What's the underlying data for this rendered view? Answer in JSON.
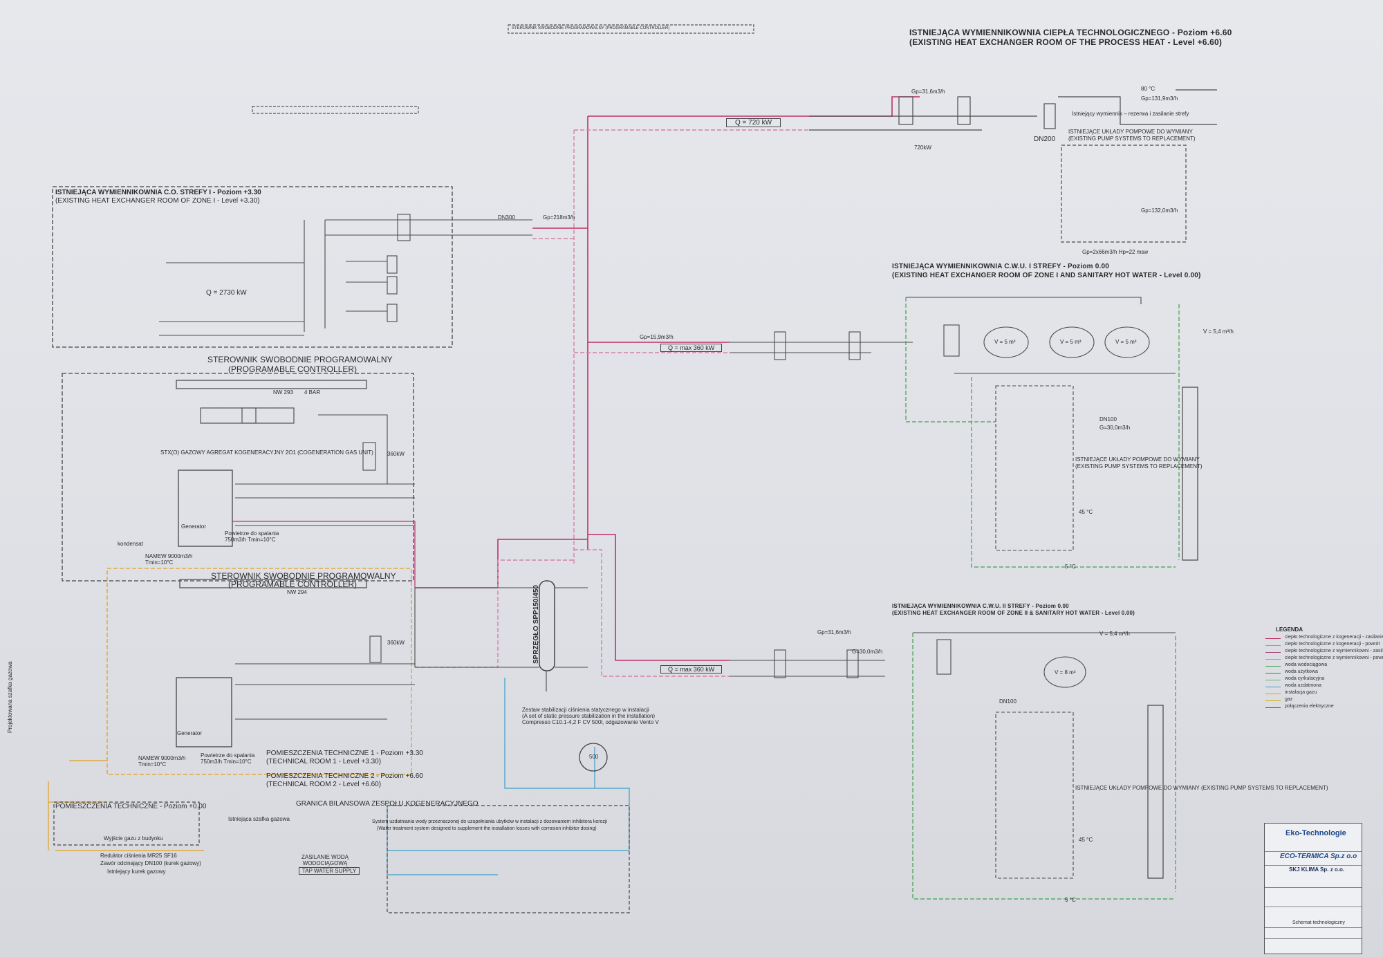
{
  "top_controller_label": "STEROWNIK SWOBODNIE PROGRAMOWALNY (PROGRAMABLE CONTROLLER)",
  "process_room": {
    "title_pl": "ISTNIEJĄCA WYMIENNIKOWNIA CIEPŁA TECHNOLOGICZNEGO - Poziom +6.60",
    "title_en": "(EXISTING HEAT EXCHANGER ROOM OF THE PROCESS HEAT - Level +6.60)",
    "q_label": "Q = 720 kW",
    "flow1": "Gp=31,6m3/h",
    "flow2": "Gp=131,9m3/h",
    "flow3": "Gp=132,0m3/h",
    "pump_note_pl": "ISTNIEJĄCE UKŁADY POMPOWE DO WYMIANY",
    "pump_note_en": "(EXISTING PUMP SYSTEMS TO REPLACEMENT)",
    "exchanger_note": "Istniejący wymiennik – rezerwa i zasilanie strefy",
    "pumps_bottom": "Gp=2x66m3/h Hp=22 msw",
    "dn": "DN200",
    "temp": "80 °C",
    "power": "720kW"
  },
  "zone1_room": {
    "title_pl": "ISTNIEJĄCA WYMIENNIKOWNIA C.O. STREFY I - Poziom +3.30",
    "title_en": "(EXISTING HEAT EXCHANGER ROOM OF ZONE I - Level +3.30)",
    "q_label": "Q = 2730 kW",
    "flow": "Gp=218m3/h",
    "dn": "DN300"
  },
  "cwu_room_upper": {
    "title_pl": "ISTNIEJĄCA WYMIENNIKOWNIA C.W.U. I STREFY - Poziom 0.00",
    "title_en": "(EXISTING HEAT EXCHANGER ROOM OF ZONE I AND SANITARY HOT WATER - Level 0.00)",
    "q_label": "Q = max 360 kW",
    "tank_label": "V = 5 m³",
    "flow": "Gp=15,9m3/h",
    "pump_note_pl": "ISTNIEJĄCE UKŁADY POMPOWE DO WYMIANY",
    "pump_note_en": "(EXISTING PUMP SYSTEMS TO REPLACEMENT)",
    "g_label": "G=30,0m3/h",
    "dn": "DN100",
    "v_label": "V = 5,4 m³/h",
    "temp": "45 °C",
    "cold": "5 °C"
  },
  "cwu_room_lower": {
    "title_pl": "ISTNIEJĄCA WYMIENNIKOWNIA C.W.U. II STREFY - Poziom 0.00",
    "title_en": "(EXISTING HEAT EXCHANGER ROOM OF ZONE II & SANITARY HOT WATER - Level 0.00)",
    "q_label": "Q = max 360 kW",
    "tank_label": "V = 8 m³",
    "flow": "Gp=31,6m3/h",
    "pump_note": "ISTNIEJĄCE UKŁADY POMPOWE DO WYMIANY (EXISTING PUMP SYSTEMS TO REPLACEMENT)",
    "g_label": "G=30,0m3/h",
    "dn": "DN100",
    "v_label": "V = 5,4 m³/h",
    "temp": "45 °C",
    "cold": "5 °C"
  },
  "controller_left": {
    "title_pl": "STEROWNIK SWOBODNIE PROGRAMOWALNY",
    "title_en": "(PROGRAMABLE CONTROLLER)",
    "unit1": "STX(O) GAZOWY AGREGAT KOGENERACYJNY 2O1 (COGENERATION GAS UNIT)",
    "nw1": "NW 293",
    "bar1": "4 BAR",
    "power1": "360kW",
    "generator": "Generator",
    "air": "Powietrze do spalania 750m3/h Tmin=10°C",
    "fan": "NAMEW 9000m3/h Tmin=10°C",
    "condensate": "kondensat"
  },
  "controller_left2": {
    "title_pl": "STEROWNIK SWOBODNIE PROGRAMOWALNY",
    "title_en": "(PROGRAMABLE CONTROLLER)",
    "nw2": "NW 294",
    "power2": "360kW",
    "generator": "Generator",
    "air": "Powietrze do spalania 750m3/h Tmin=10°C",
    "fan": "NAMEW 9000m3/h Tmin=10°C"
  },
  "tech_rooms": {
    "room1_pl": "POMIESZCZENIA TECHNICZNE 1 - Poziom +3.30",
    "room1_en": "(TECHNICAL ROOM 1 - Level +3.30)",
    "room2_pl": "POMIESZCZENIA TECHNICZNE 2 - Poziom +6.60",
    "room2_en": "(TECHNICAL ROOM 2 - Level +6.60)"
  },
  "gas_room": {
    "title": "POMIESZCZENIA TECHNICZNE - Poziom +0.00",
    "items": [
      "Wyjście gazu z budynku",
      "Reduktor ciśnienia MR25 SF16",
      "Zawór odcinający DN100 (kurek gazowy)",
      "Istniejący kurek gazowy"
    ],
    "vertical_label": "Projektowana szafka gazowa",
    "note": "Istniejąca szafka gazowa"
  },
  "boundary": "GRANICA BILANSOWA ZESPOŁU KOGENERACYJNEGO",
  "hydraulic_sep": "SPRZĘGŁO SPP150/450",
  "pressure_station": {
    "pl": "Zestaw stabilizacji ciśnienia statycznego w instalacji",
    "en": "(A set of static pressure stabilization in the installation)",
    "detail": "Compresso C10.1-4,2 F CV 500l, odgazowanie Vento V",
    "tank": "500"
  },
  "water_treatment": {
    "pl": "System uzdatniania wody przeznaczonej do uzupełniania ubytków w instalacji z dozowaniem inhibitora korozji",
    "en": "(Water treatment system designed to supplement the installation losses with corrosion inhibitor dosing)",
    "tap_pl": "ZASILANIE WODĄ WODOCIĄGOWĄ",
    "tap_en": "TAP WATER SUPPLY"
  },
  "legend": {
    "title": "LEGENDA",
    "items": [
      {
        "label": "ciepło technologiczne z kogeneracji - zasilanie",
        "color": "#c0306a"
      },
      {
        "label": "ciepło technologiczne z kogeneracji - powrót",
        "color": "#d77fa8"
      },
      {
        "label": "ciepło technologiczne z wymiennikowni - zasilanie",
        "color": "#a04070"
      },
      {
        "label": "ciepło technologiczne z wymiennikowni - powrót",
        "color": "#c28aa8"
      },
      {
        "label": "woda wodociągowa",
        "color": "#3ea04a"
      },
      {
        "label": "woda użytkowa",
        "color": "#2e8a3e"
      },
      {
        "label": "woda cyrkulacyjna",
        "color": "#6ab36f"
      },
      {
        "label": "woda uzdatniona",
        "color": "#3a9ec8"
      },
      {
        "label": "instalacja gazu",
        "color": "#e0a020"
      },
      {
        "label": "gaz",
        "color": "#d4a800"
      },
      {
        "label": "połączenia elektryczne",
        "color": "#555555"
      }
    ]
  },
  "title_block": {
    "company1": "Eko-Technologie",
    "company2": "ECO-TERMICA Sp.z o.o",
    "company3": "SKJ KLIMA Sp. z o.o.",
    "sheet": "Schemat technologiczny"
  },
  "colors": {
    "supply": "#c0306a",
    "return": "#d77fa8",
    "green": "#3ea04a",
    "blue": "#3a9ec8",
    "gas": "#e0a020",
    "line": "#4a4a4a"
  }
}
